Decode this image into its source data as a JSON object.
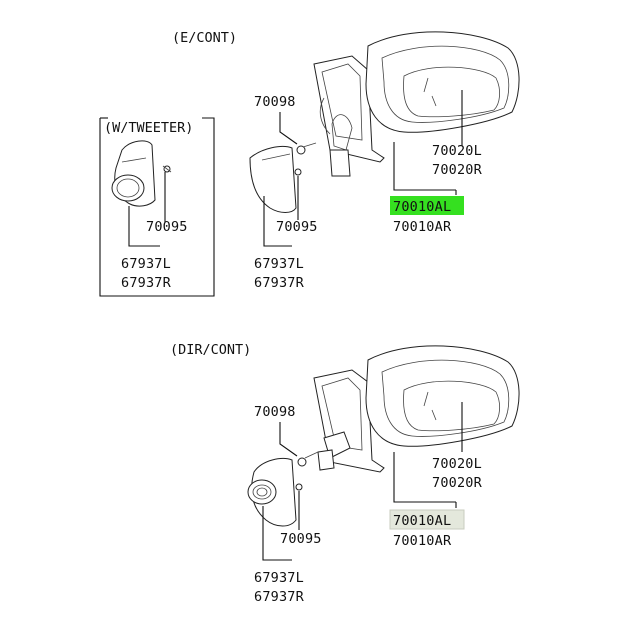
{
  "sections": [
    {
      "header": "(E/CONT)",
      "tweeter_box": {
        "label": "(W/TWEETER)",
        "screw_part": "70095",
        "cover_parts": [
          "67937L",
          "67937R"
        ]
      },
      "bolt_part": "70098",
      "screw_part": "70095",
      "cover_parts": [
        "67937L",
        "67937R"
      ],
      "glass_parts": [
        "70020L",
        "70020R"
      ],
      "assembly_parts": [
        "70010AL",
        "70010AR"
      ]
    },
    {
      "header": "(DIR/CONT)",
      "bolt_part": "70098",
      "screw_part": "70095",
      "cover_parts": [
        "67937L",
        "67937R"
      ],
      "glass_parts": [
        "70020L",
        "70020R"
      ],
      "assembly_parts": [
        "70010AL",
        "70010AR"
      ]
    }
  ],
  "colors": {
    "highlight_primary": "#35e020",
    "highlight_secondary": "#e4e8dc",
    "line": "#111111",
    "background": "#ffffff"
  }
}
